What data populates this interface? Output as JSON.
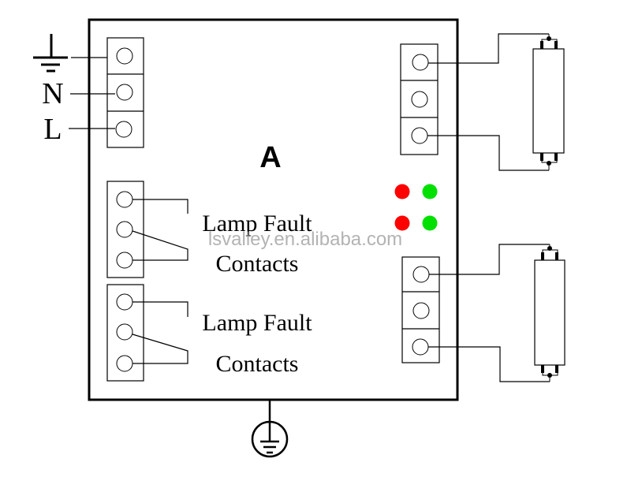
{
  "diagram": {
    "unit_label": "A",
    "power_terminals": {
      "labels": [
        "N",
        "L"
      ],
      "earth_symbol": "earth-ground-icon"
    },
    "fault_contacts": [
      {
        "line1": "Lamp Fault",
        "line2": "Contacts"
      },
      {
        "line1": "Lamp Fault",
        "line2": "Contacts"
      }
    ],
    "indicators": {
      "colors": {
        "fault": "#ff0000",
        "ok": "#00e000"
      },
      "rows": [
        {
          "left": "fault",
          "right": "ok"
        },
        {
          "left": "fault",
          "right": "ok"
        }
      ]
    },
    "lamps": [
      "fluorescent-tube-1",
      "fluorescent-tube-2"
    ],
    "protective_earth_symbol": "protective-earth-icon",
    "watermark": "lsvalley.en.alibaba.com"
  }
}
